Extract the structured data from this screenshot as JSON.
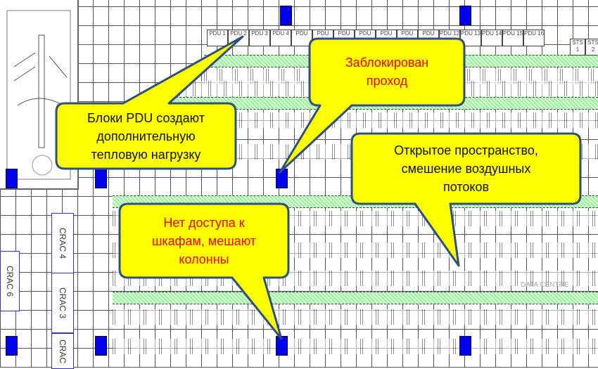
{
  "pdu_labels": [
    "PDU 1",
    "PDU 2",
    "PDU 3",
    "PDU 4",
    "PDU",
    "PDU",
    "PDU",
    "PDU",
    "PDU",
    "PDU",
    "PDU",
    "PDU 12",
    "PDU 13",
    "PDU 14",
    "PDU 15",
    "PDU 16"
  ],
  "sts_labels": [
    "STS 1",
    "STS 2"
  ],
  "crac_units": [
    "CRAC 4",
    "CRAC 6",
    "CRAC 3",
    "CRAC"
  ],
  "watermark": "DATA CENTRE",
  "callouts": {
    "pdu_heat": [
      "Блоки PDU создают",
      "дополнительную",
      "тепловую нагрузку"
    ],
    "blocked": [
      "Заблокирован",
      "проход"
    ],
    "open_space": [
      "Открытое пространство,",
      "смешение воздушных",
      "потоков"
    ],
    "no_access": [
      "Нет доступа к",
      "шкафам, мешают",
      "колонны"
    ]
  },
  "colors": {
    "callout_fill": "#ffff00",
    "callout_border": "#2f4f7f",
    "column": "#0000ee",
    "rack": "#99ee99"
  }
}
